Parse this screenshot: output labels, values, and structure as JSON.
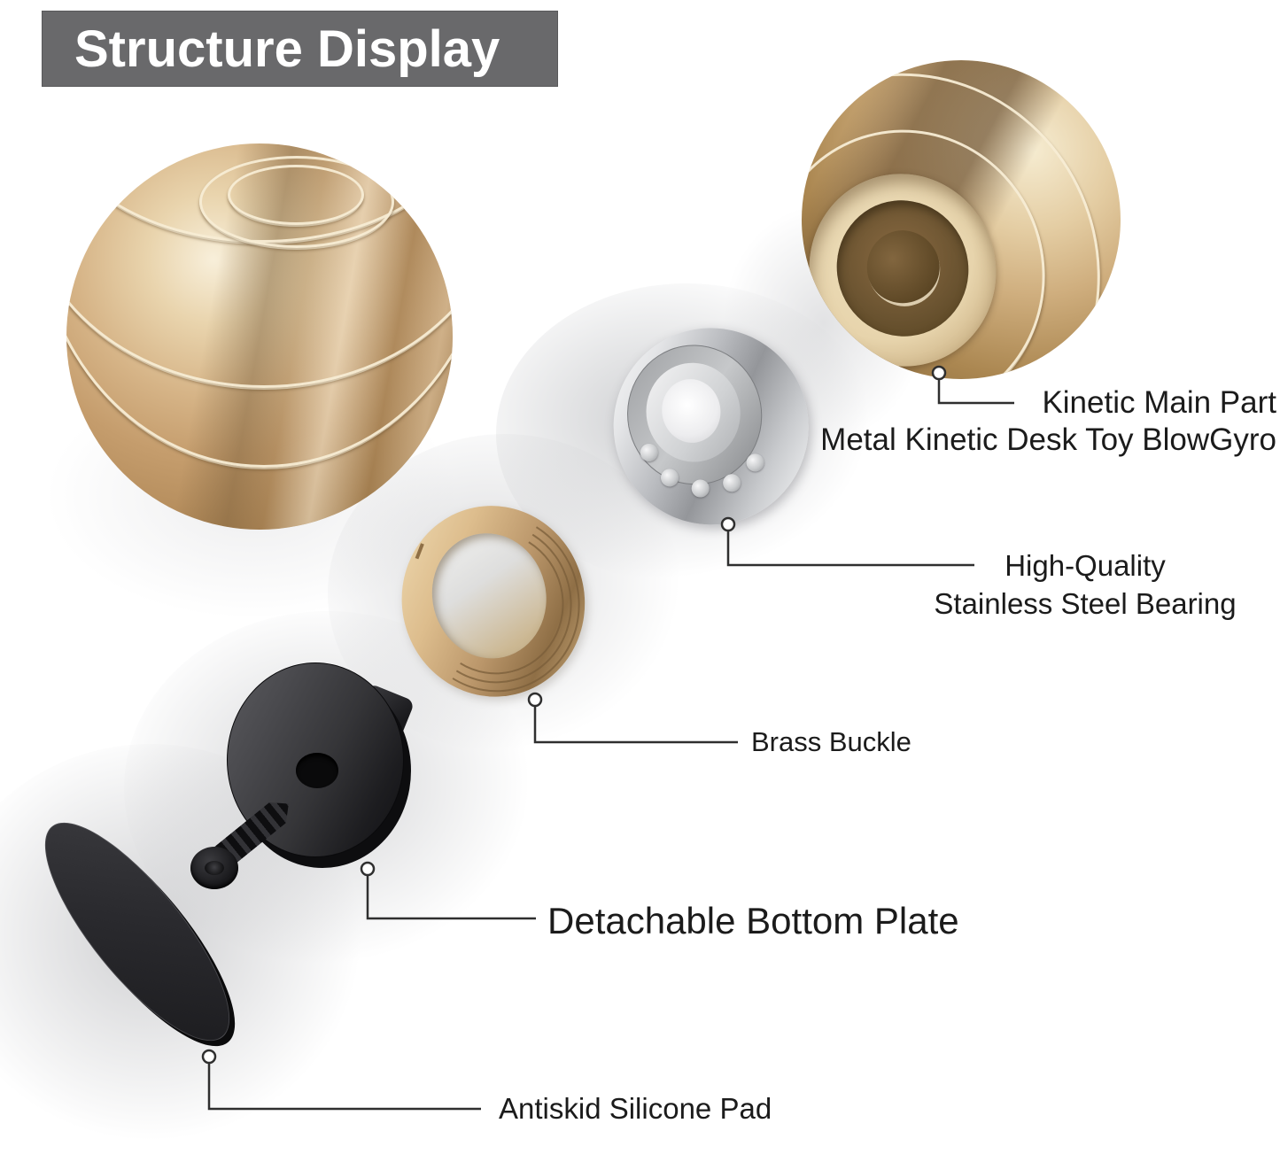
{
  "title": {
    "text": "Structure Display"
  },
  "labels": {
    "kinetic_main_part": {
      "line1": "Kinetic Main Part",
      "line2": "Metal Kinetic Desk Toy BlowGyro"
    },
    "bearing": {
      "line1": "High-Quality",
      "line2": "Stainless Steel Bearing"
    },
    "brass_buckle": {
      "line1": "Brass Buckle"
    },
    "bottom_plate": {
      "line1": "Detachable Bottom Plate"
    },
    "silicone_pad": {
      "line1": "Antiskid Silicone Pad"
    }
  },
  "colors": {
    "background": "#ffffff",
    "title_bg": "#69696b",
    "title_text": "#ffffff",
    "label_text": "#1b1b1b",
    "leader_line": "#2f2f2f",
    "gold_highlight": "#f4e8cc",
    "gold_mid": "#cfa97c",
    "gold_dark": "#8a6a44",
    "steel_light": "#f2f3f4",
    "steel_dark": "#8f9194",
    "black_part": "#1c1c1e"
  }
}
